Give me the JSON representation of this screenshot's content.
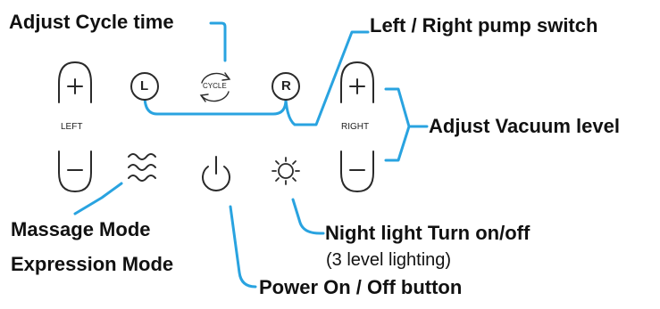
{
  "callouts": {
    "adjust_cycle_time": "Adjust Cycle time",
    "left_right_pump_switch": "Left / Right pump switch",
    "adjust_vacuum_level": "Adjust Vacuum level",
    "massage_mode": "Massage Mode",
    "expression_mode": "Expression Mode",
    "night_light": "Night light Turn on/off",
    "night_light_levels": "(3 level lighting)",
    "power_button": "Power On / Off button"
  },
  "panel": {
    "left_label": "LEFT",
    "right_label": "RIGHT",
    "cycle_label": "CYCLE",
    "l_button": "L",
    "r_button": "R",
    "plus_symbol": "+",
    "minus_symbol": "–"
  },
  "icons": {
    "left_stepper": "vacuum-level-stepper",
    "right_stepper": "vacuum-level-stepper",
    "mode": "wave-icon",
    "power": "power-icon",
    "night_light": "sun-icon",
    "cycle": "cycle-icon",
    "left_pump": "L-circle-icon",
    "right_pump": "R-circle-icon"
  },
  "colors": {
    "leader_line": "#29a3e0",
    "icon_stroke": "#2a2a2a",
    "text": "#111111"
  }
}
